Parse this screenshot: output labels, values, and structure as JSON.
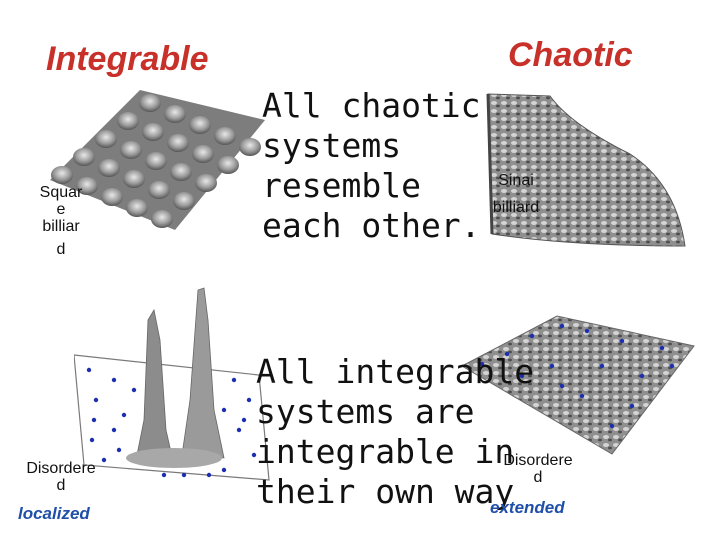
{
  "headings": {
    "left": "Integrable",
    "right": "Chaotic"
  },
  "statements": {
    "chaotic": [
      "All chaotic",
      "systems",
      "resemble",
      "each other."
    ],
    "integrable": [
      "All integrable",
      "systems are",
      "integrable in",
      "their own way"
    ]
  },
  "labels": {
    "square": [
      "Squar",
      "e",
      "billiar",
      "d"
    ],
    "sinai": [
      "Sinai",
      "billiard"
    ],
    "disordered_left": [
      "Disordere",
      "d"
    ],
    "disordered_right": [
      "Disordere",
      "d"
    ],
    "localized": "localized",
    "extended": "extended"
  },
  "colors": {
    "heading": "#c8312a",
    "state": "#1f4fa8",
    "surface": "#8c8c8c",
    "dot": "#1d2fb0"
  }
}
